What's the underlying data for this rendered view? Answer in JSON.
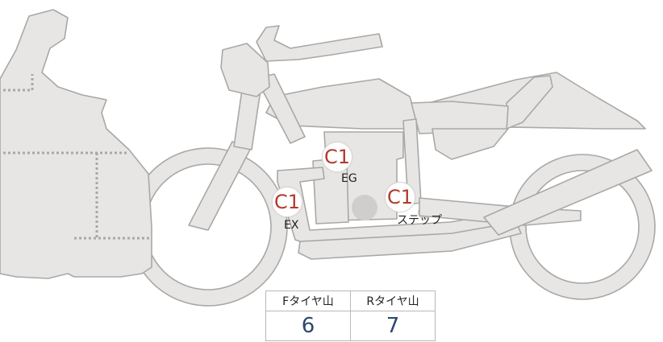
{
  "markers": [
    {
      "id": "eg",
      "code": "C1",
      "label": "EG"
    },
    {
      "id": "ex",
      "code": "C1",
      "label": "EX"
    },
    {
      "id": "step",
      "code": "C1",
      "label": "ステップ"
    }
  ],
  "tread_table": {
    "headers": [
      "Fタイヤ山",
      "Rタイヤ山"
    ],
    "values": [
      "6",
      "7"
    ]
  },
  "colors": {
    "marker_text": "#b23a2c",
    "value_text": "#2d4770",
    "body_fill": "#e7e6e4",
    "outline": "#a9a8a6"
  }
}
